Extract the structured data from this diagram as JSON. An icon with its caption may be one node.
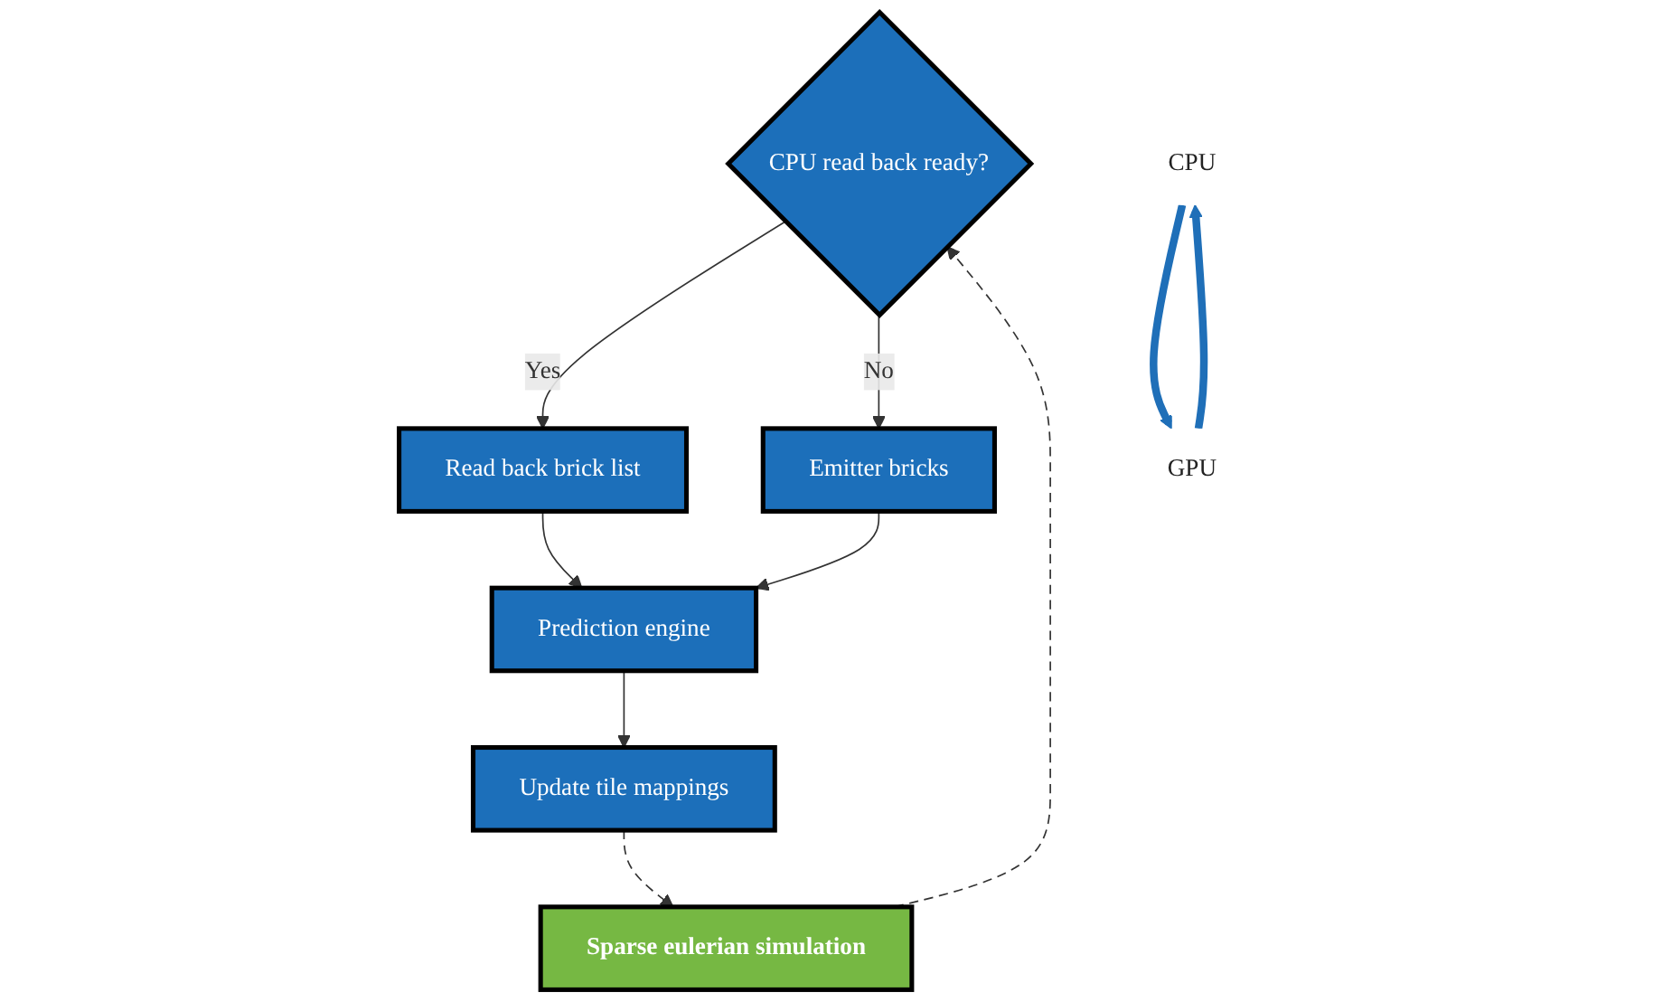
{
  "diagram": {
    "nodes": [
      {
        "text": [
          "CPU read back ready?"
        ]
      },
      {
        "text": [
          "Read back brick list"
        ]
      },
      {
        "text": [
          "Emitter bricks"
        ]
      },
      {
        "text": [
          "Prediction engine"
        ]
      },
      {
        "text": [
          "Update tile mappings"
        ]
      },
      {
        "text": [
          "CPU"
        ]
      },
      {
        "text": [
          "GPU"
        ]
      },
      {
        "text": [
          "Sparse eulerian simulation"
        ]
      }
    ],
    "edges": [
      {
        "from": 0,
        "to": 1,
        "arrow": "to",
        "label": "Yes"
      },
      {
        "from": 0,
        "to": 2,
        "arrow": "to",
        "label": "No"
      },
      {
        "from": 1,
        "to": 3,
        "arrow": "to"
      },
      {
        "from": 2,
        "to": 3,
        "arrow": "to"
      },
      {
        "from": 3,
        "to": 4,
        "arrow": "to"
      },
      {
        "from": 4,
        "to": 7,
        "arrow": "to",
        "style": "dashed"
      },
      {
        "from": 7,
        "to": 0,
        "arrow": "to",
        "style": "dashed"
      },
      {
        "from": 6,
        "to": 5,
        "arrow": "to",
        "style": "thick",
        "color": "#1f6fb8"
      },
      {
        "from": 5,
        "to": 6,
        "arrow": "to",
        "style": "thick",
        "color": "#1f6fb8"
      }
    ]
  }
}
